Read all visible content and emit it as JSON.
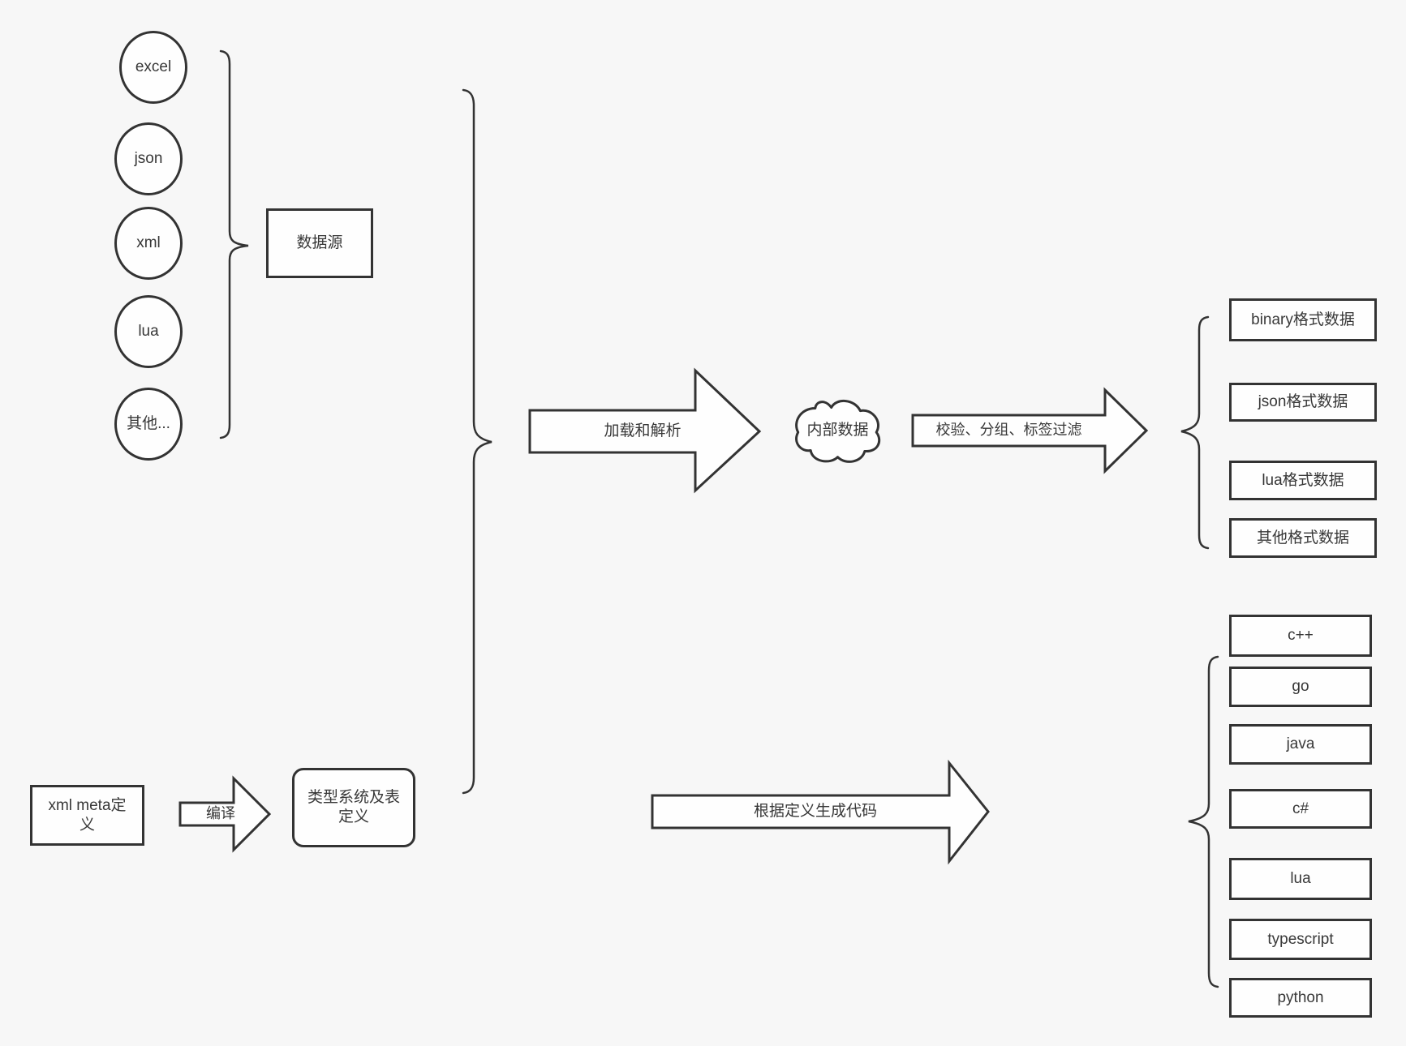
{
  "canvas": {
    "background": "#f7f7f7",
    "stroke_color": "#333333",
    "shape_fill": "#fefefe",
    "text_color": "#383838"
  },
  "sources": {
    "group_box": "数据源",
    "items": [
      {
        "label": "excel"
      },
      {
        "label": "json"
      },
      {
        "label": "xml"
      },
      {
        "label": "lua"
      },
      {
        "label": "其他..."
      }
    ]
  },
  "pipeline": {
    "load_arrow": "加载和解析",
    "internal_data": "内部数据",
    "filter_arrow": "校验、分组、标签过滤"
  },
  "format_outputs": {
    "items": [
      {
        "label": "binary格式数据"
      },
      {
        "label": "json格式数据"
      },
      {
        "label": "lua格式数据"
      },
      {
        "label": "其他格式数据"
      }
    ]
  },
  "definition_flow": {
    "xml_meta_box": "xml meta定义",
    "compile_arrow": "编译",
    "type_system_box": "类型系统及表定义",
    "codegen_arrow": "根据定义生成代码"
  },
  "languages": {
    "items": [
      {
        "label": "c++"
      },
      {
        "label": "go"
      },
      {
        "label": "java"
      },
      {
        "label": "c#"
      },
      {
        "label": "lua"
      },
      {
        "label": "typescript"
      },
      {
        "label": "python"
      }
    ]
  }
}
